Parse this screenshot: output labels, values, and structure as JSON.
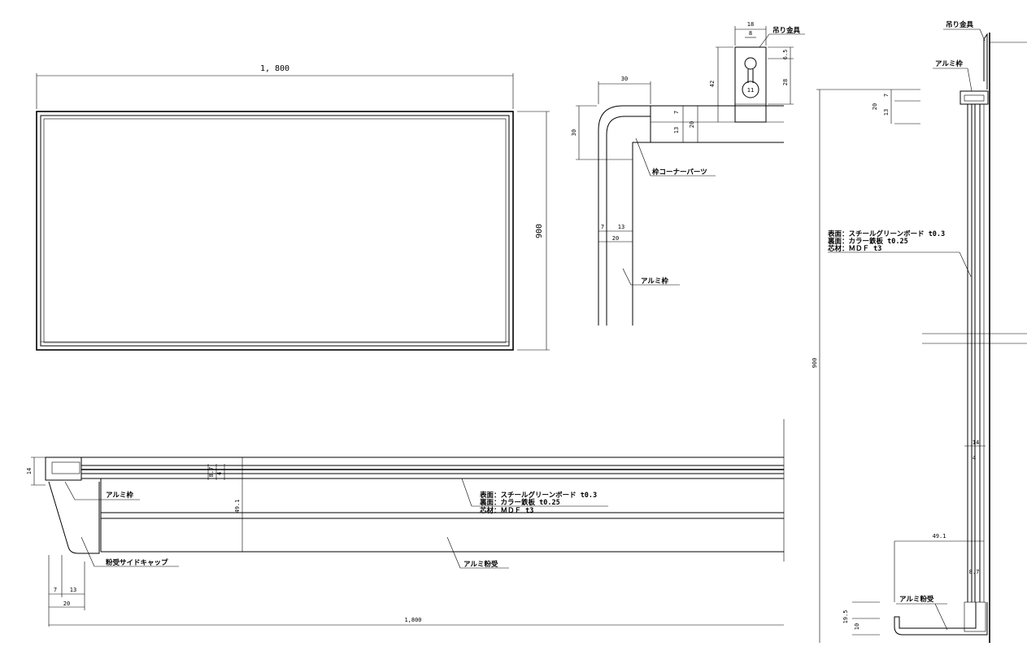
{
  "front_view": {
    "width_dim": "1, 800",
    "height_dim": "900"
  },
  "corner_detail": {
    "dims": {
      "top_30": "30",
      "left_30": "30",
      "d7": "7",
      "d13": "13",
      "d20": "20",
      "w7": "7",
      "w13": "13",
      "w20": "20"
    },
    "labels": {
      "corner_parts": "枠コーナーパーツ",
      "alu_frame": "アルミ枠"
    }
  },
  "hanger_detail": {
    "label": "吊り金具",
    "dims": {
      "d18": "18",
      "d8": "8",
      "d65": "6.5",
      "d42": "42",
      "d28": "28",
      "d11": "11"
    }
  },
  "side_section": {
    "labels": {
      "hanger": "吊り金具",
      "alu_frame": "アルミ枠",
      "alu_tray": "アルミ粉受"
    },
    "spec": {
      "line1": "表面：スチールグリーンボード t0.3",
      "line2": "裏面：カラー鉄板 t0.25",
      "line3": "芯材：ＭＤＦ t3"
    },
    "dims": {
      "d20": "20",
      "d7": "7",
      "d13": "13",
      "d900": "900",
      "d14": "14",
      "d4": "4",
      "d491": "49.1",
      "d87": "8.7",
      "d195": "19.5",
      "d10": "10"
    }
  },
  "bottom_section": {
    "labels": {
      "alu_frame": "アルミ枠",
      "side_cap": "粉受サイドキャップ",
      "alu_tray": "アルミ粉受"
    },
    "spec": {
      "line1": "表面：スチールグリーンボード t0.3",
      "line2": "裏面：カラー鉄板 t0.25",
      "line3": "芯材：ＭＤＦ t3"
    },
    "dims": {
      "d14": "14",
      "d87": "8.7",
      "d4": "4",
      "d491": "49.1",
      "d7": "7",
      "d13": "13",
      "d20": "20",
      "d1800": "1,800"
    }
  }
}
